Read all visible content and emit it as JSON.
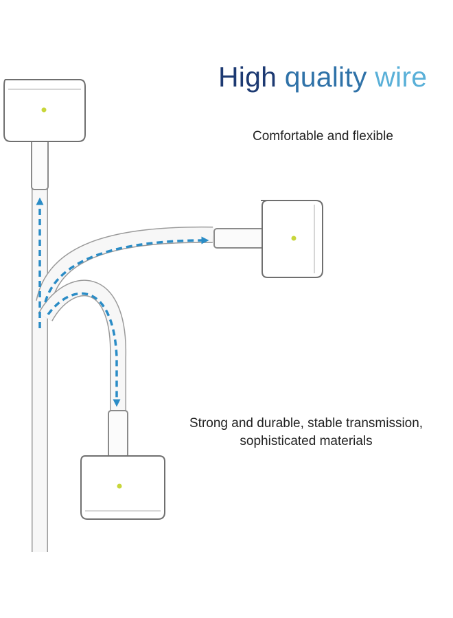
{
  "heading": {
    "word_1": "High",
    "word_2": "quality",
    "word_3": "wire",
    "colors": {
      "word_1": "#1d3a72",
      "word_2": "#2f72a8",
      "word_3": "#5ab0d8"
    }
  },
  "captions": {
    "top": "Comfortable and flexible",
    "bottom_line_1": "Strong and durable, stable transmission,",
    "bottom_line_2": "sophisticated materials"
  },
  "illustration": {
    "connector_count": 3,
    "led_color": "#c8d63a",
    "arrow_color": "#2a8cc6",
    "cable_color": "#f7f7f7",
    "outline_color": "#8a8a8a"
  }
}
